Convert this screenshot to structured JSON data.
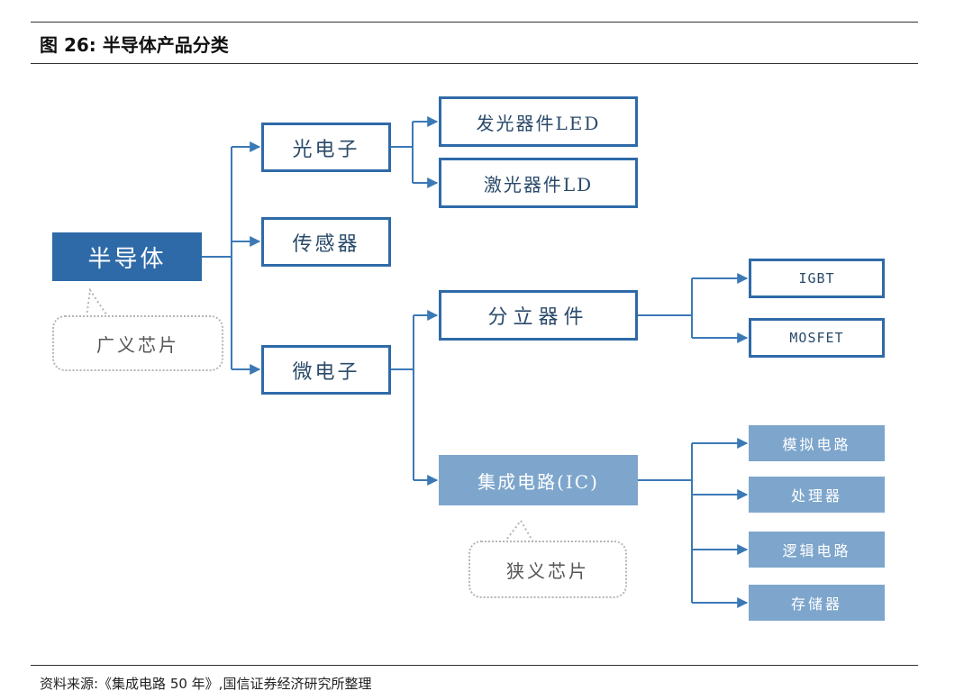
{
  "figure": {
    "title": "图 26:  半导体产品分类",
    "source": "资料来源:《集成电路 50 年》,国信证券经济研究所整理"
  },
  "nodes": {
    "semiconductor": "半导体",
    "optoelectronics": "光电子",
    "sensor": "传感器",
    "microelectronics": "微电子",
    "led": "发光器件LED",
    "ld": "激光器件LD",
    "discrete": "分立器件",
    "ic": "集成电路(IC)",
    "igbt": "IGBT",
    "mosfet": "MOSFET",
    "analog": "模拟电路",
    "processor": "处理器",
    "logic": "逻辑电路",
    "memory": "存储器"
  },
  "callouts": {
    "broad": "广义芯片",
    "narrow": "狭义芯片"
  },
  "colors": {
    "line": "#3b79b6",
    "outline": "#2e6aa8",
    "dark_fill": "#2e6aa8",
    "light_fill": "#7ea6cc",
    "bubble_border": "#b5b5b5"
  }
}
